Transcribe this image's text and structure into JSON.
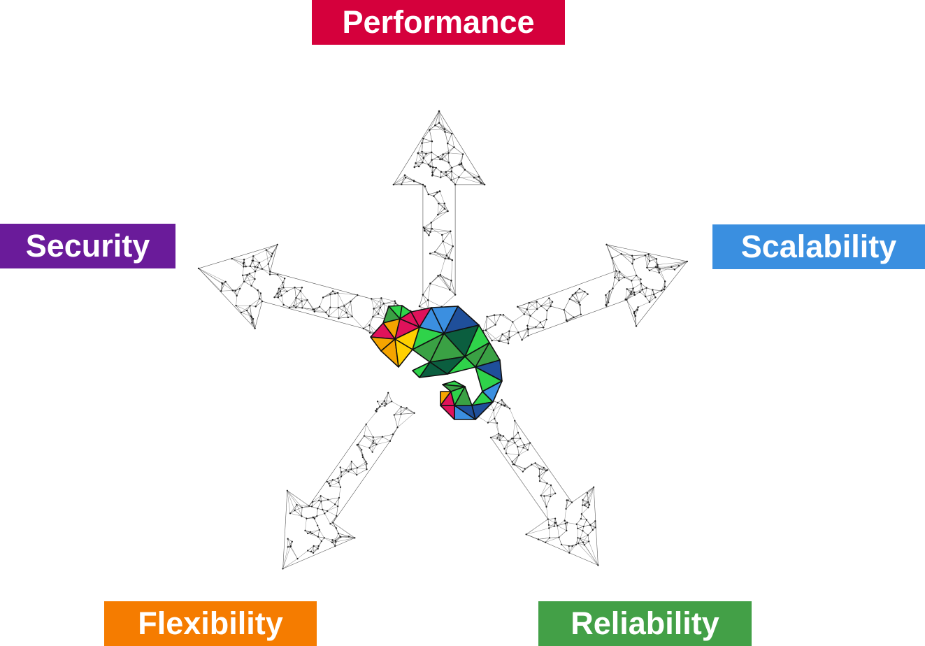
{
  "labels": {
    "performance": {
      "text": "Performance",
      "color": "#d5003c"
    },
    "security": {
      "text": "Security",
      "color": "#6a1b9a"
    },
    "scalability": {
      "text": "Scalability",
      "color": "#3a8fe0"
    },
    "flexibility": {
      "text": "Flexibility",
      "color": "#f57c00"
    },
    "reliability": {
      "text": "Reliability",
      "color": "#43a047"
    }
  },
  "arrow_style": {
    "line_color": "#555555",
    "dot_color": "#222222",
    "fill_color": "#dddddd"
  },
  "logo": {
    "palette": [
      "#2fd34a",
      "#3aa144",
      "#0b5e3f",
      "#1f4f9a",
      "#3b8fe0",
      "#e0125b",
      "#f5a400",
      "#ffd000"
    ]
  }
}
